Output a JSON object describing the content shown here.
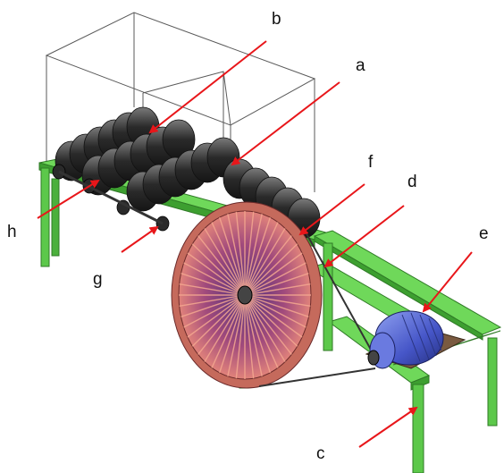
{
  "labels": {
    "a": "a",
    "b": "b",
    "c": "c",
    "d": "d",
    "e": "e",
    "f": "f",
    "g": "g",
    "h": "h"
  },
  "colors": {
    "frame": "#6fd85a",
    "frame_dark": "#3d8f30",
    "arrow": "#e8161a",
    "wheel_rim": "#e8866a",
    "wheel_dark": "#5a3a7a",
    "motor": "#5b6ed8",
    "rollers": "#3a3a3a",
    "enclosure": "#555555"
  }
}
